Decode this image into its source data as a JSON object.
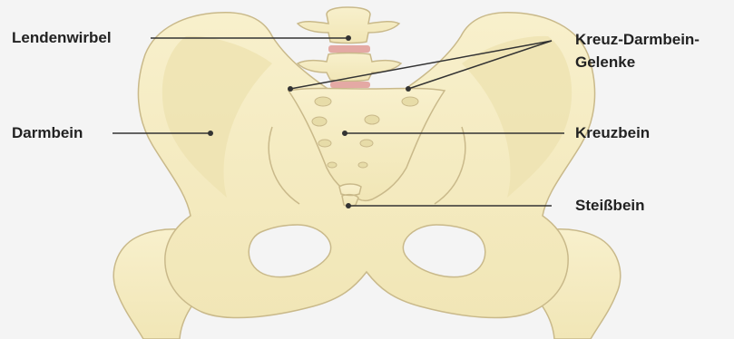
{
  "labels": {
    "lendenwirbel": "Lendenwirbel",
    "darmbein": "Darmbein",
    "kreuz_darmbein_line1": "Kreuz-Darmbein-",
    "kreuz_darmbein_line2": "Gelenke",
    "kreuzbein": "Kreuzbein",
    "steissbein": "Steißbein"
  },
  "colors": {
    "background": "#f4f4f4",
    "bone_fill": "#f6edc4",
    "bone_outline": "#c9b98a",
    "bone_shadow": "#e4d7a4",
    "disc": "#e4a9a4",
    "leader_line": "#333333"
  }
}
